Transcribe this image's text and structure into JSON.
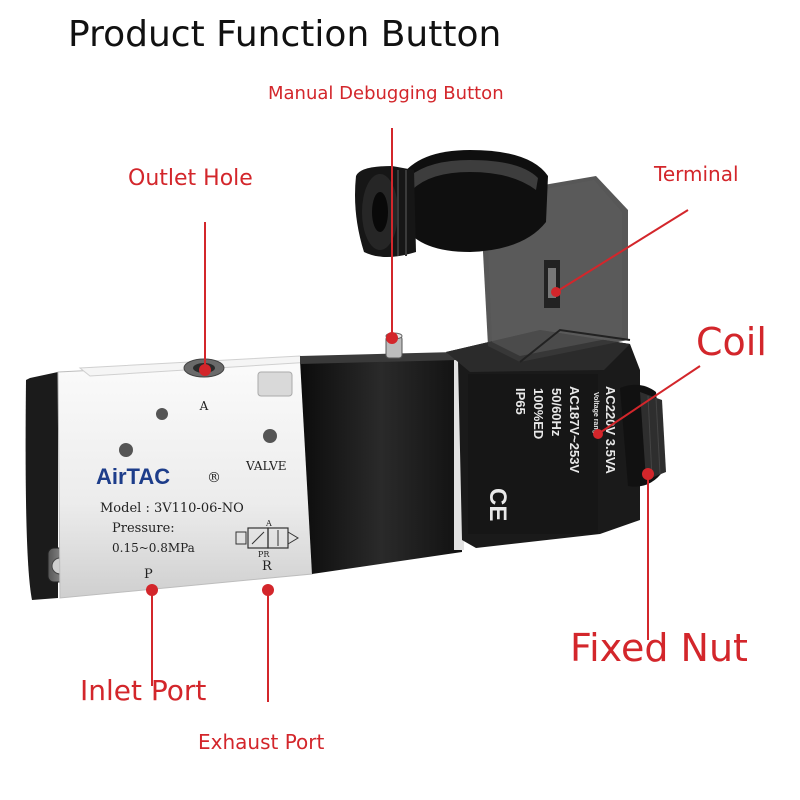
{
  "title": "Product Function Button",
  "colors": {
    "label": "#d3262b",
    "pointer": "#d3262b",
    "body": "#e9e9e9",
    "coil": "#1c1c1c"
  },
  "labels": {
    "manual_debugging_button": "Manual Debugging Button",
    "outlet_hole": "Outlet Hole",
    "terminal": "Terminal",
    "coil": "Coil",
    "fixed_nut": "Fixed Nut",
    "inlet_port": "Inlet Port",
    "exhaust_port": "Exhaust Port"
  },
  "valve": {
    "brand": "AirTAC",
    "registered": "®",
    "valve_word": "VALVE",
    "port_a": "A",
    "model": "Model : 3V110-06-NO",
    "pressure_label": "Pressure:",
    "pressure_range": "0.15~0.8MPa",
    "port_p": "P",
    "port_r": "R",
    "symbol_a": "A",
    "symbol_pr": "PR"
  },
  "coil_text": {
    "line1": "AC220V  3.5VA",
    "line2": "AC187V~253V",
    "line3": "50/60Hz",
    "line4": "100%ED",
    "line5": "IP65",
    "ce": "CE",
    "voltage_range": "Voltage range"
  }
}
